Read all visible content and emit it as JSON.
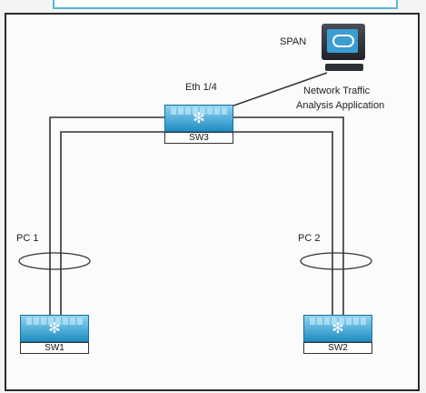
{
  "diagram": {
    "monitor_label": "SPAN",
    "app_label_line1": "Network Traffic",
    "app_label_line2": "Analysis Application",
    "port_label": "Eth  1/4",
    "portchannel_1": "PC 1",
    "portchannel_2": "PC 2",
    "switch_3": "SW3",
    "switch_1": "SW1",
    "switch_2": "SW2",
    "switch_icon": "cisco-switch-icon",
    "monitor_icon": "monitor-icon",
    "colors": {
      "switch_blue": "#1f8ec2",
      "frame_top": "#5fb2d6",
      "line": "#333333"
    }
  }
}
